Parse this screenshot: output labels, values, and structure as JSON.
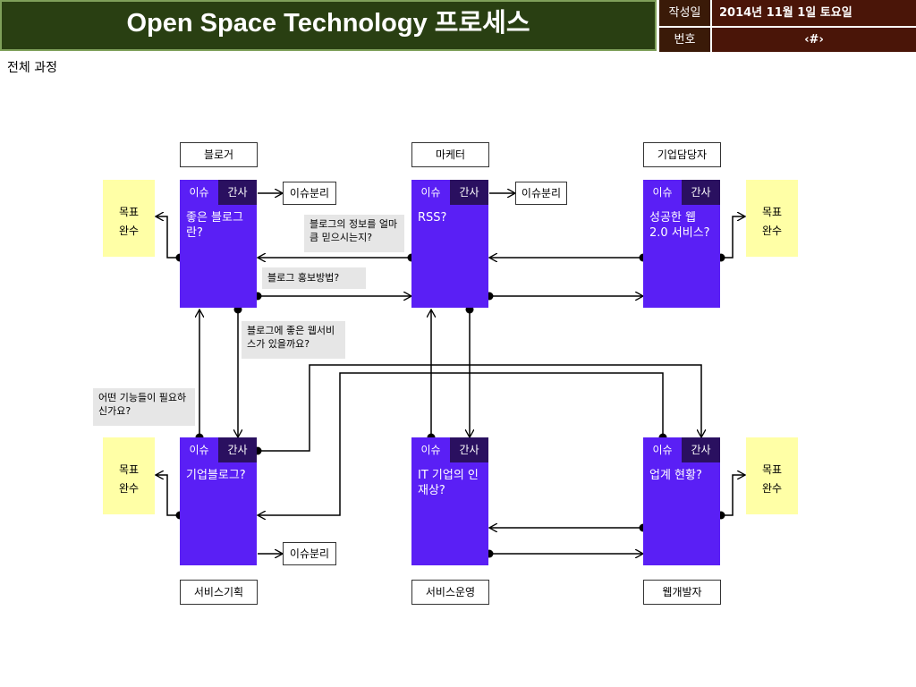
{
  "header": {
    "title": "Open Space Technology 프로세스",
    "date_label": "작성일",
    "date_value": "2014년 11월 1일 토요일",
    "number_label": "번호",
    "number_value": "‹#›"
  },
  "subtitle": "전체 과정",
  "roles": {
    "blogger": "블로거",
    "marketer": "마케터",
    "corporate_manager": "기업담당자",
    "service_planning": "서비스기획",
    "service_operation": "서비스운영",
    "web_developer": "웹개발자"
  },
  "issue_split": "이슈분리",
  "card_tabs": {
    "issue": "이슈",
    "secretary": "간사"
  },
  "goal": {
    "line1": "목표",
    "line2": "완수"
  },
  "cards": {
    "good_blog": "좋은 블로그란?",
    "rss": "RSS?",
    "web20": "성공한 웹 2.0 서비스?",
    "corp_blog": "기업블로그?",
    "it_talent": "IT 기업의 인재상?",
    "industry": "업계 현황?"
  },
  "notes": {
    "trust": "블로그의 정보를 얼마큼 믿으시는지?",
    "promo": "블로그 홍보방법?",
    "web_services": "블로그에 좋은 웹서비스가 있을까요?",
    "features": "어떤 기능들이 필요하신가요?"
  },
  "colors": {
    "header_bg": "#293f12",
    "card": "#5a1ff5",
    "tab_dark": "#2a1060",
    "goal": "#ffffa6",
    "note": "#e6e6e6"
  }
}
